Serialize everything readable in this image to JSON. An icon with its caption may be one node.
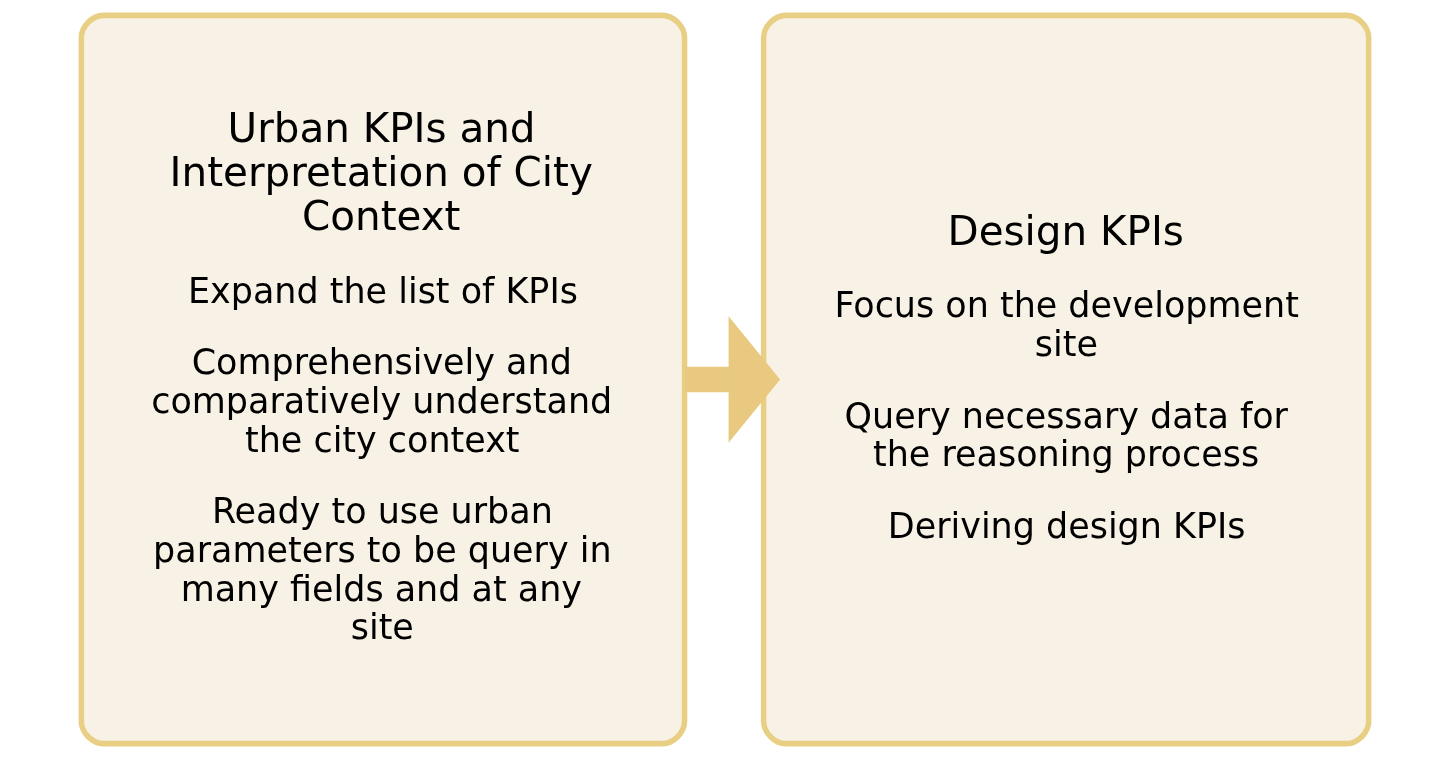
{
  "diagram": {
    "nodes": [
      {
        "text": [
          "Urban KPIs and Interpretation of City Context",
          "Expand the list of KPIs",
          "Comprehensively and comparatively understand the city context",
          "Ready to use urban parameters to be query in many fields and at any site"
        ]
      },
      {
        "text": [
          "Design KPIs",
          "Focus on the development site",
          "Query necessary data for the reasoning process",
          "Deriving design KPIs"
        ]
      }
    ],
    "edges": [
      {
        "from": 0,
        "to": 1,
        "arrow": "to"
      }
    ]
  }
}
